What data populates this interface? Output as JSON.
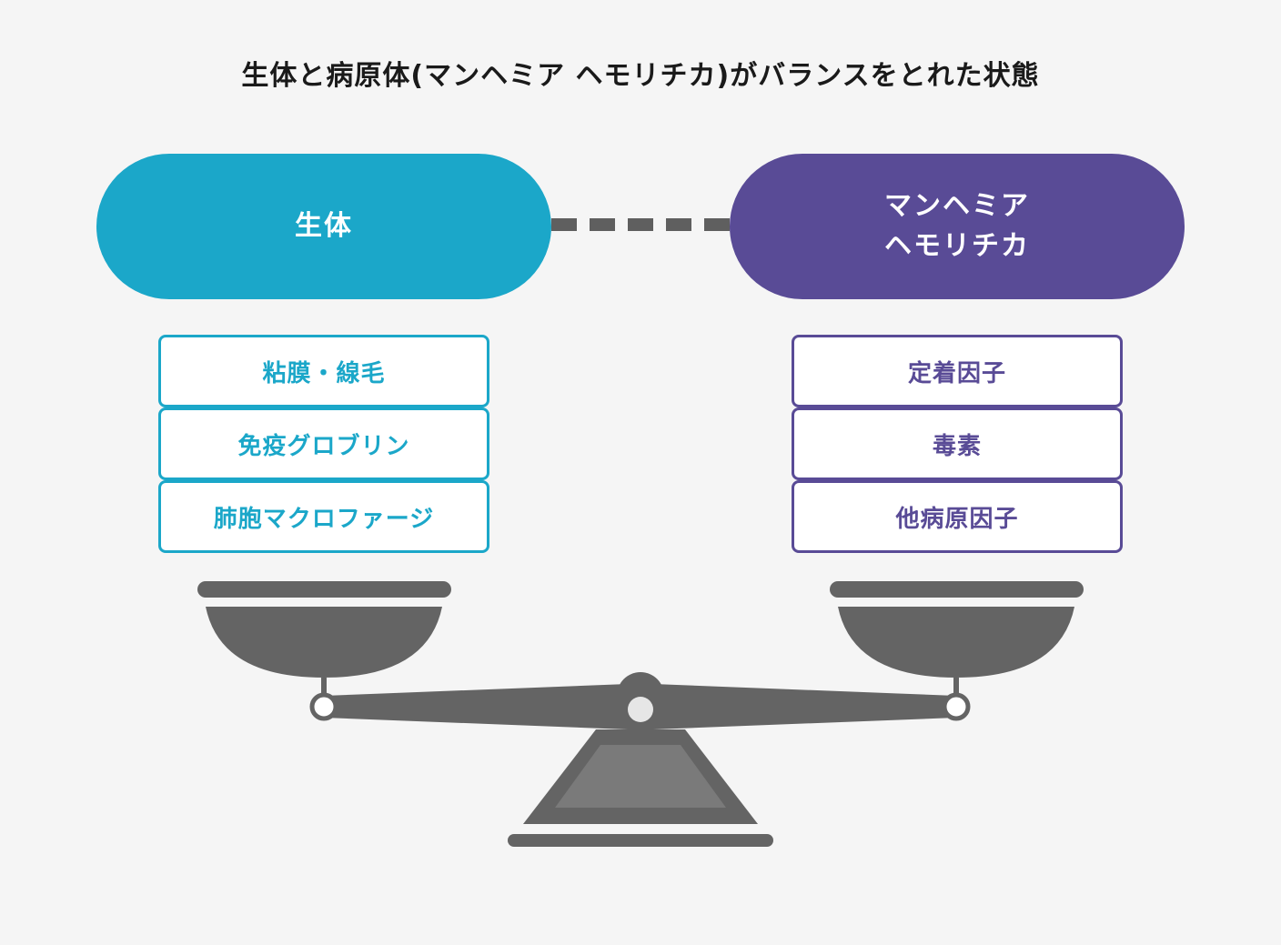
{
  "title": "生体と病原体(マンヘミア ヘモリチカ)がバランスをとれた状態",
  "colors": {
    "host": "#1ba7c9",
    "pathogen": "#594b96",
    "scale": "#646464",
    "scale_light": "#7a7a7a",
    "pivot": "#e6e6e6",
    "background": "#f5f5f5"
  },
  "host": {
    "label": "生体",
    "factors": [
      "粘膜・線毛",
      "免疫グロブリン",
      "肺胞マクロファージ"
    ]
  },
  "pathogen": {
    "label": "マンヘミア\nヘモリチカ",
    "factors": [
      "定着因子",
      "毒素",
      "他病原因子"
    ]
  }
}
